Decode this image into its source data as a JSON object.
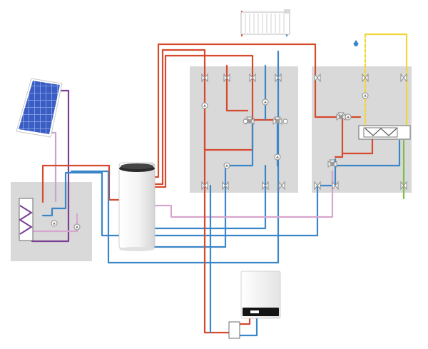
{
  "diagram": {
    "title": "",
    "colors": {
      "background": "#ffffff",
      "module_panel": "#d9d9d9",
      "hot_water_pipe": "#d64a2f",
      "cold_water_pipe": "#3b86c9",
      "solar_flow_pipe": "#7a3f93",
      "solar_return_pipe": "#c9a3cf",
      "return_line_pink": "#d7a6cf",
      "potable_supply_pipe": "#f1d63a",
      "potable_cold_pipe": "#7cc049",
      "collector_blue": "#2f4fb8",
      "tank_white": "#f5f5f5",
      "tank_cap": "#2b2b2b"
    },
    "components": {
      "solar_collector": "solar-collector-icon",
      "solar_station": "solar-station-module",
      "storage_tank": "storage-tank-icon",
      "radiator": "radiator-icon",
      "boiler": "wall-boiler-icon",
      "heating_module": "heating-circuit-module",
      "fresh_water_module": "fresh-water-module",
      "heat_exchanger": "plate-heat-exchanger-icon",
      "hydraulic_separator": "hydraulic-separator-icon"
    }
  }
}
